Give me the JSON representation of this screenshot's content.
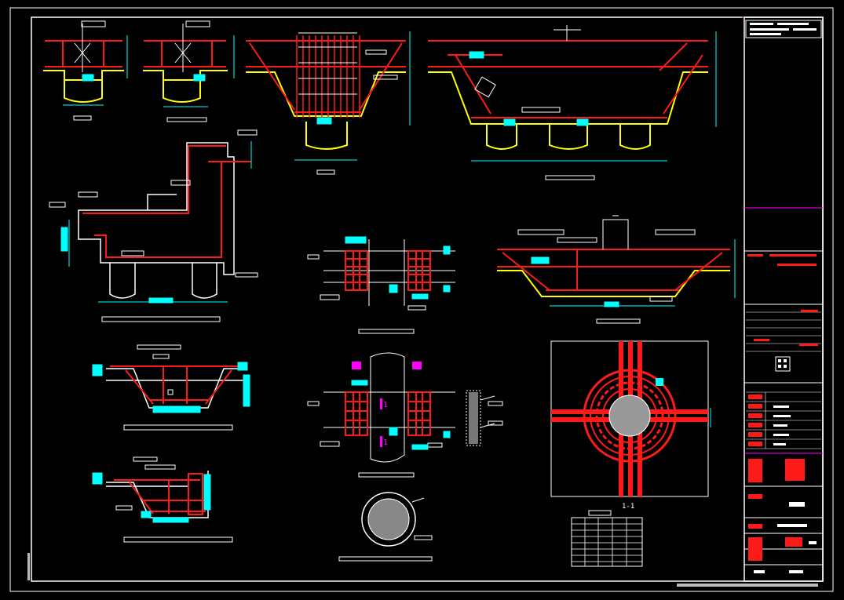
{
  "window": {
    "title": ""
  },
  "drawing": {
    "colors": {
      "background": "#000000",
      "frame": "#ffffff",
      "rebar": "#ff1a1a",
      "concrete": "#ffff00",
      "dimension": "#00ffff",
      "annotation": "#ffffff",
      "accent": "#ff00ff"
    },
    "legible_labels": [
      {
        "name": "section-mark-1-left",
        "text": "1"
      },
      {
        "name": "section-mark-1-right",
        "text": "1"
      },
      {
        "name": "pile-plan-label",
        "text": "1-1"
      }
    ],
    "title_block": {
      "sections": [
        "header",
        "blank-panel",
        "notes",
        "revision-table",
        "stamp",
        "drawing-list",
        "signatures",
        "sheet-info"
      ]
    }
  }
}
